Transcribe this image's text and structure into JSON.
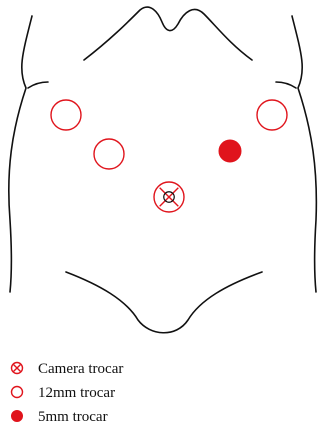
{
  "colors": {
    "trocar_red": "#e0141c",
    "outline": "#111111",
    "camera_inner": "#111111",
    "background": "#ffffff"
  },
  "trocars": [
    {
      "type": "12mm",
      "position": "left-upper"
    },
    {
      "type": "12mm",
      "position": "left-mid"
    },
    {
      "type": "12mm",
      "position": "right-upper"
    },
    {
      "type": "5mm",
      "position": "right-mid"
    },
    {
      "type": "camera",
      "position": "umbilical"
    }
  ],
  "legend": [
    {
      "symbol": "camera",
      "label": "Camera trocar"
    },
    {
      "symbol": "12mm",
      "label": "12mm trocar"
    },
    {
      "symbol": "5mm",
      "label": "5mm trocar"
    }
  ]
}
